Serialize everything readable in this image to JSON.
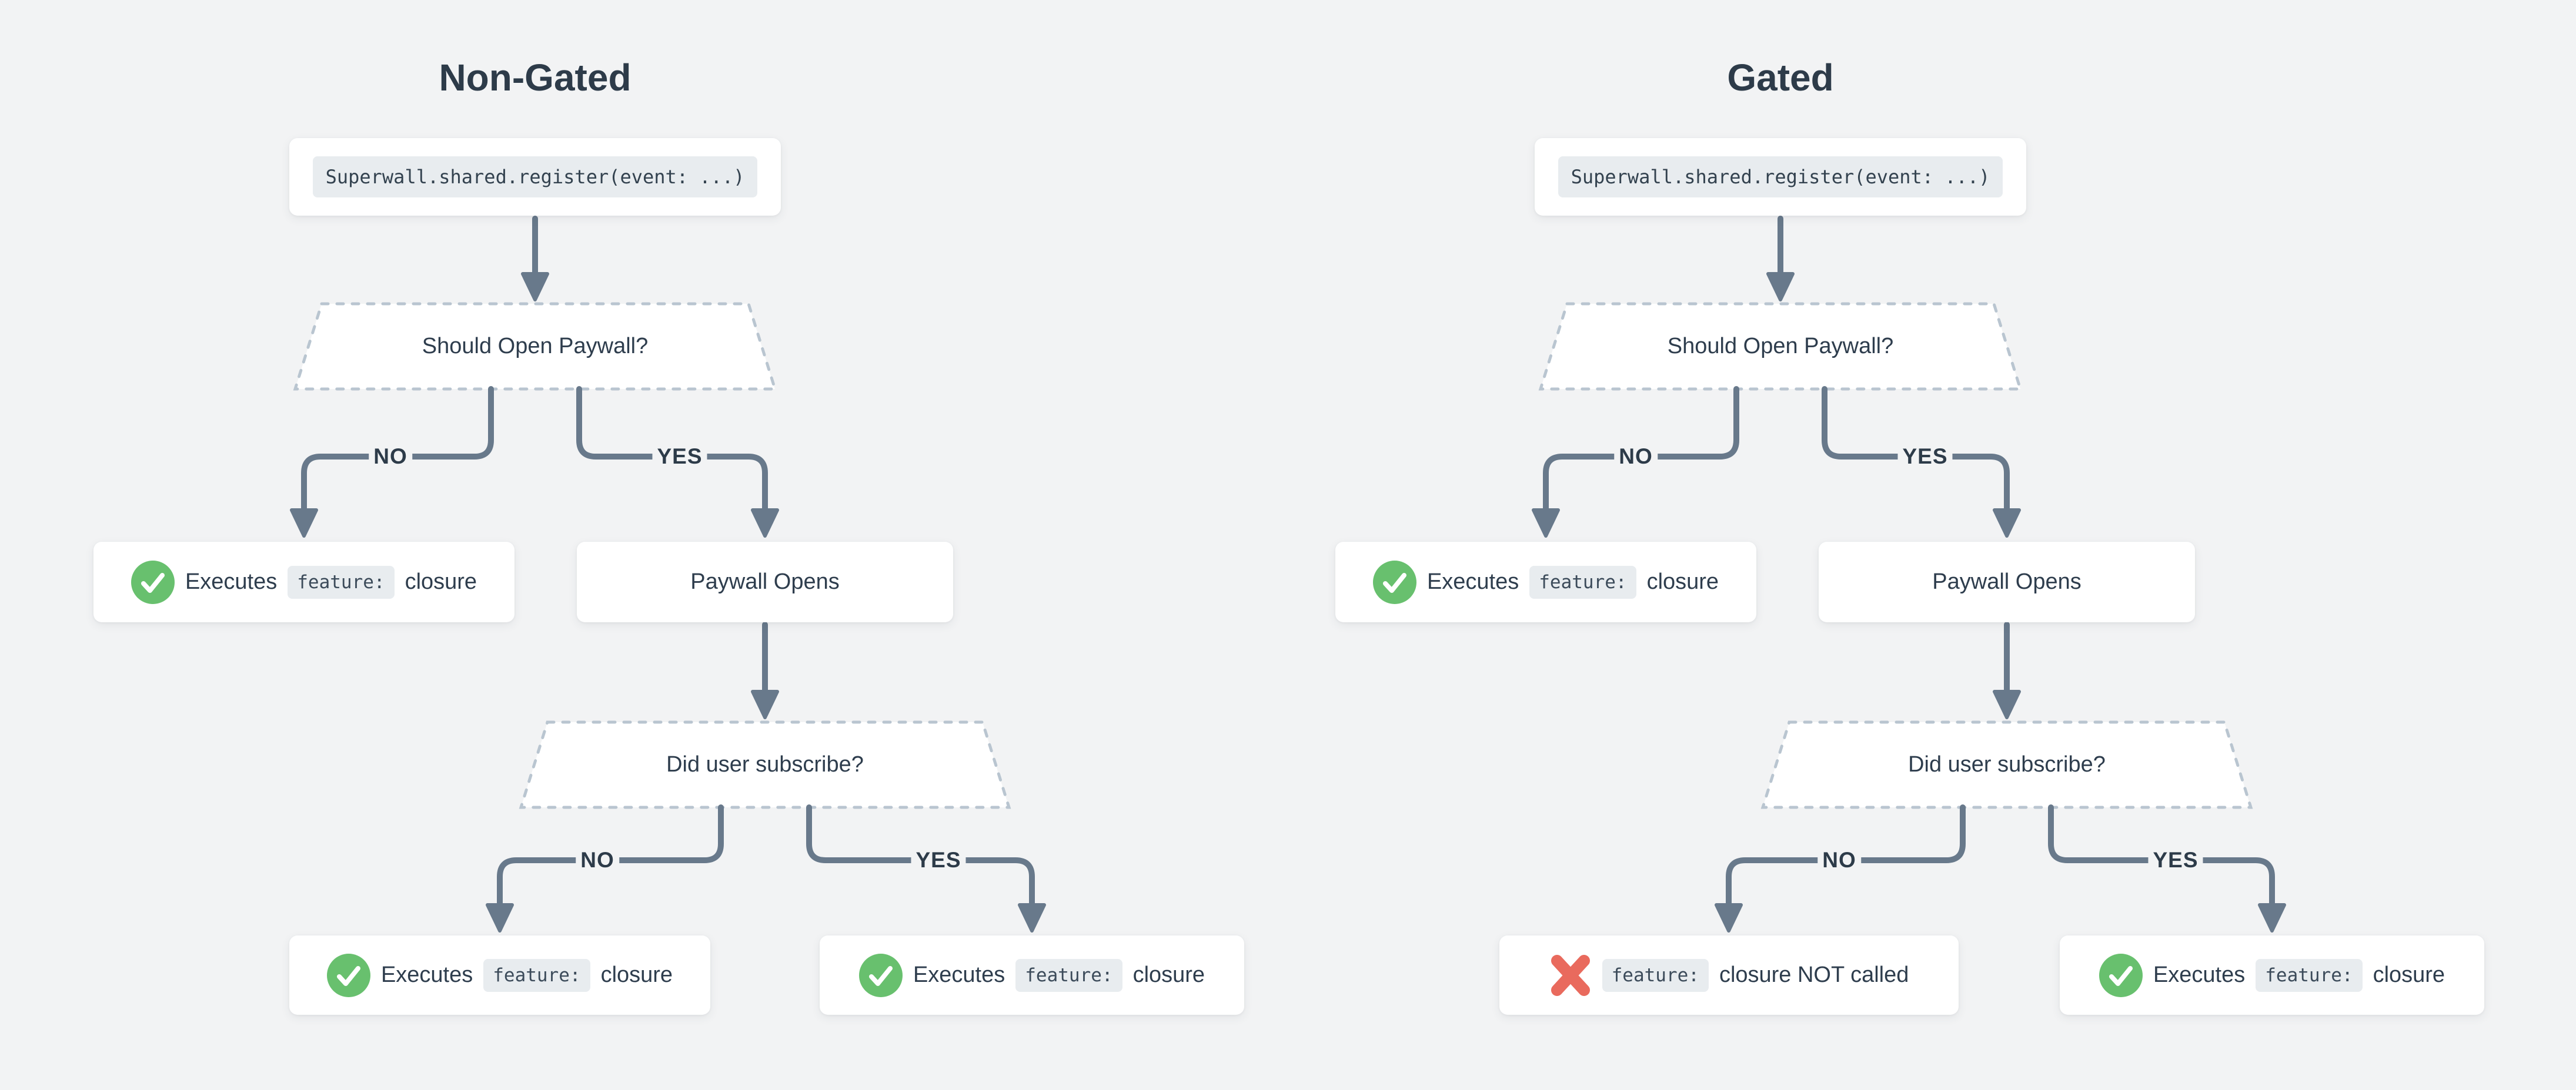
{
  "diagram": {
    "background": "#f2f3f4",
    "colors": {
      "arrow": "#68798b",
      "success_green": "#68c06e",
      "error_red": "#e96a5d",
      "text": "#2d3b49",
      "chip_background": "#e8ecef",
      "dashed_border": "#b9c5d0",
      "node_background": "#ffffff"
    },
    "icons": {
      "check": "✓",
      "cross": "✕"
    },
    "branch_labels": {
      "no": "NO",
      "yes": "YES"
    },
    "columns": [
      {
        "title": "Non-Gated",
        "code": "Superwall.shared.register(event: ...)",
        "decision_paywall": "Should Open Paywall?",
        "paywall_no_result": {
          "pre": "Executes",
          "chip": "feature:",
          "post": "closure",
          "icon": "check"
        },
        "paywall_opens": "Paywall Opens",
        "decision_subscribe": "Did user subscribe?",
        "subscribe_no_result": {
          "pre": "Executes",
          "chip": "feature:",
          "post": "closure",
          "icon": "check"
        },
        "subscribe_yes_result": {
          "pre": "Executes",
          "chip": "feature:",
          "post": "closure",
          "icon": "check"
        }
      },
      {
        "title": "Gated",
        "code": "Superwall.shared.register(event: ...)",
        "decision_paywall": "Should Open Paywall?",
        "paywall_no_result": {
          "pre": "Executes",
          "chip": "feature:",
          "post": "closure",
          "icon": "check"
        },
        "paywall_opens": "Paywall Opens",
        "decision_subscribe": "Did user subscribe?",
        "subscribe_no_result": {
          "pre": "",
          "chip": "feature:",
          "post": "closure NOT called",
          "icon": "cross"
        },
        "subscribe_yes_result": {
          "pre": "Executes",
          "chip": "feature:",
          "post": "closure",
          "icon": "check"
        }
      }
    ]
  }
}
